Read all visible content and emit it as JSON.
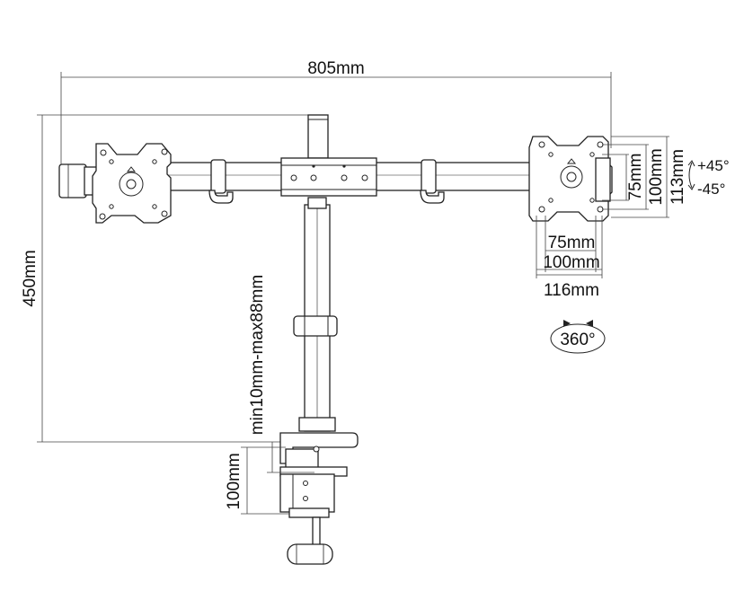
{
  "labels": {
    "overall_width": "805mm",
    "overall_height": "450mm",
    "clamp_range": "min10mm-max88mm",
    "clamp_height": "100mm",
    "vesa_small_v": "75mm",
    "vesa_large_v": "100mm",
    "plate_height": "113mm",
    "vesa_small_h": "75mm",
    "vesa_large_h": "100mm",
    "plate_width": "116mm",
    "tilt_up": "+45°",
    "tilt_down": "-45°",
    "rotation": "360°"
  }
}
